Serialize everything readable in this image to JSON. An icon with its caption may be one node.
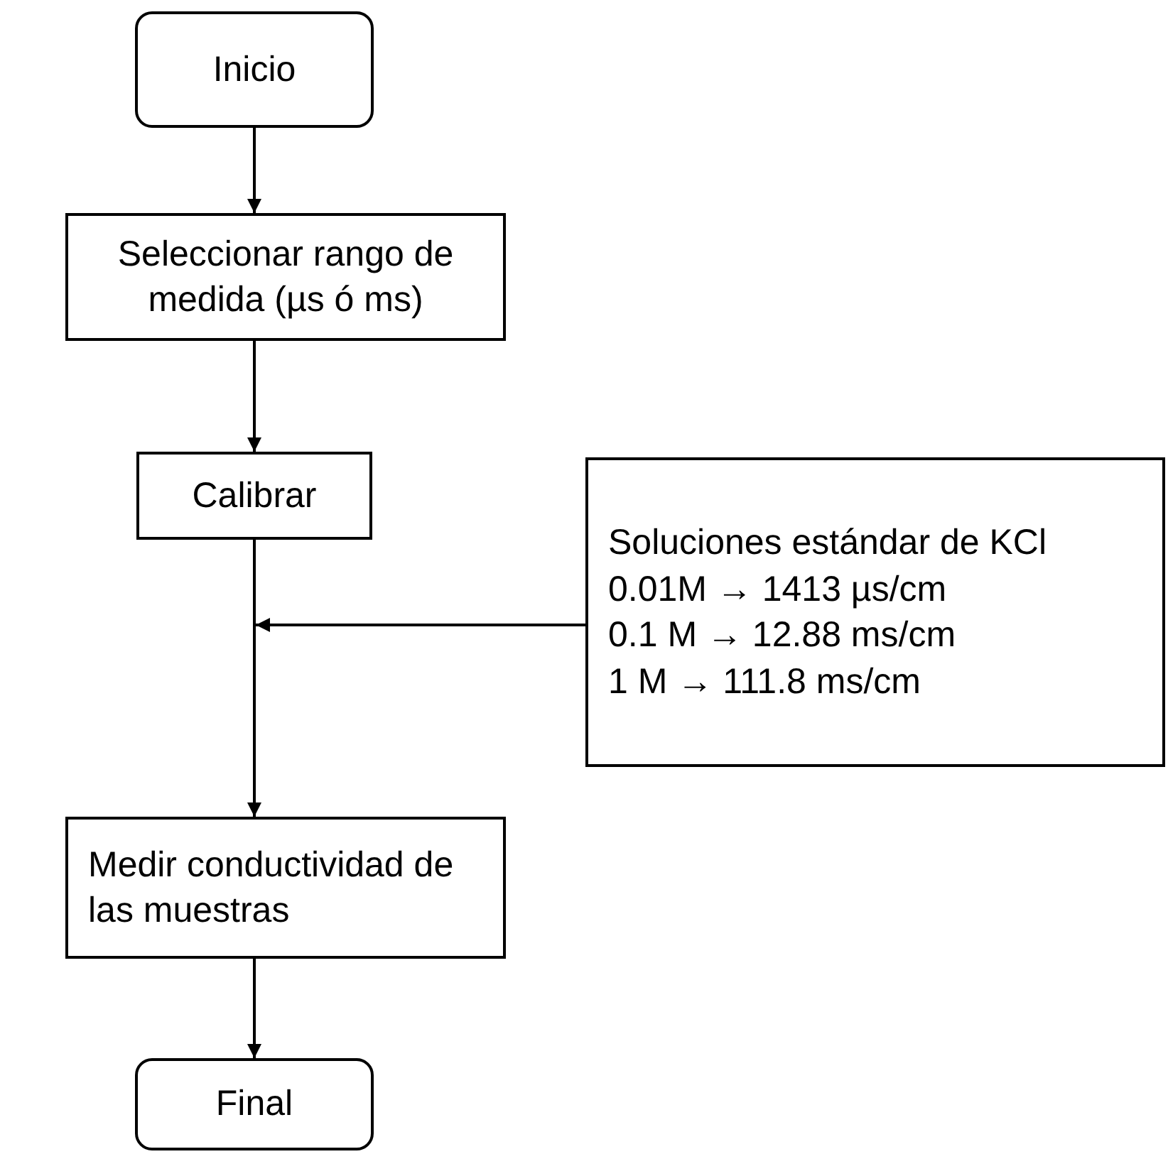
{
  "diagram": {
    "nodes": [
      {
        "text": [
          "Inicio"
        ]
      },
      {
        "text": [
          "Seleccionar rango de medida (µs ó ms)"
        ]
      },
      {
        "text": [
          "Calibrar"
        ]
      },
      {
        "text": [
          "Medir conductividad de las muestras"
        ]
      },
      {
        "text": [
          "Soluciones estándar de KCl",
          "0.01M → 1413 µs/cm",
          "0.1 M → 12.88 ms/cm",
          "1 M → 111.8 ms/cm"
        ]
      },
      {
        "text": [
          "Final"
        ]
      }
    ],
    "edges": [
      {
        "from": 0,
        "to": 1,
        "arrow": "to"
      },
      {
        "from": 1,
        "to": 2,
        "arrow": "to"
      },
      {
        "from": 2,
        "to": 3,
        "arrow": "to"
      },
      {
        "from": 4,
        "to": null,
        "arrow": "to"
      },
      {
        "from": 3,
        "to": 5,
        "arrow": "to"
      }
    ]
  }
}
